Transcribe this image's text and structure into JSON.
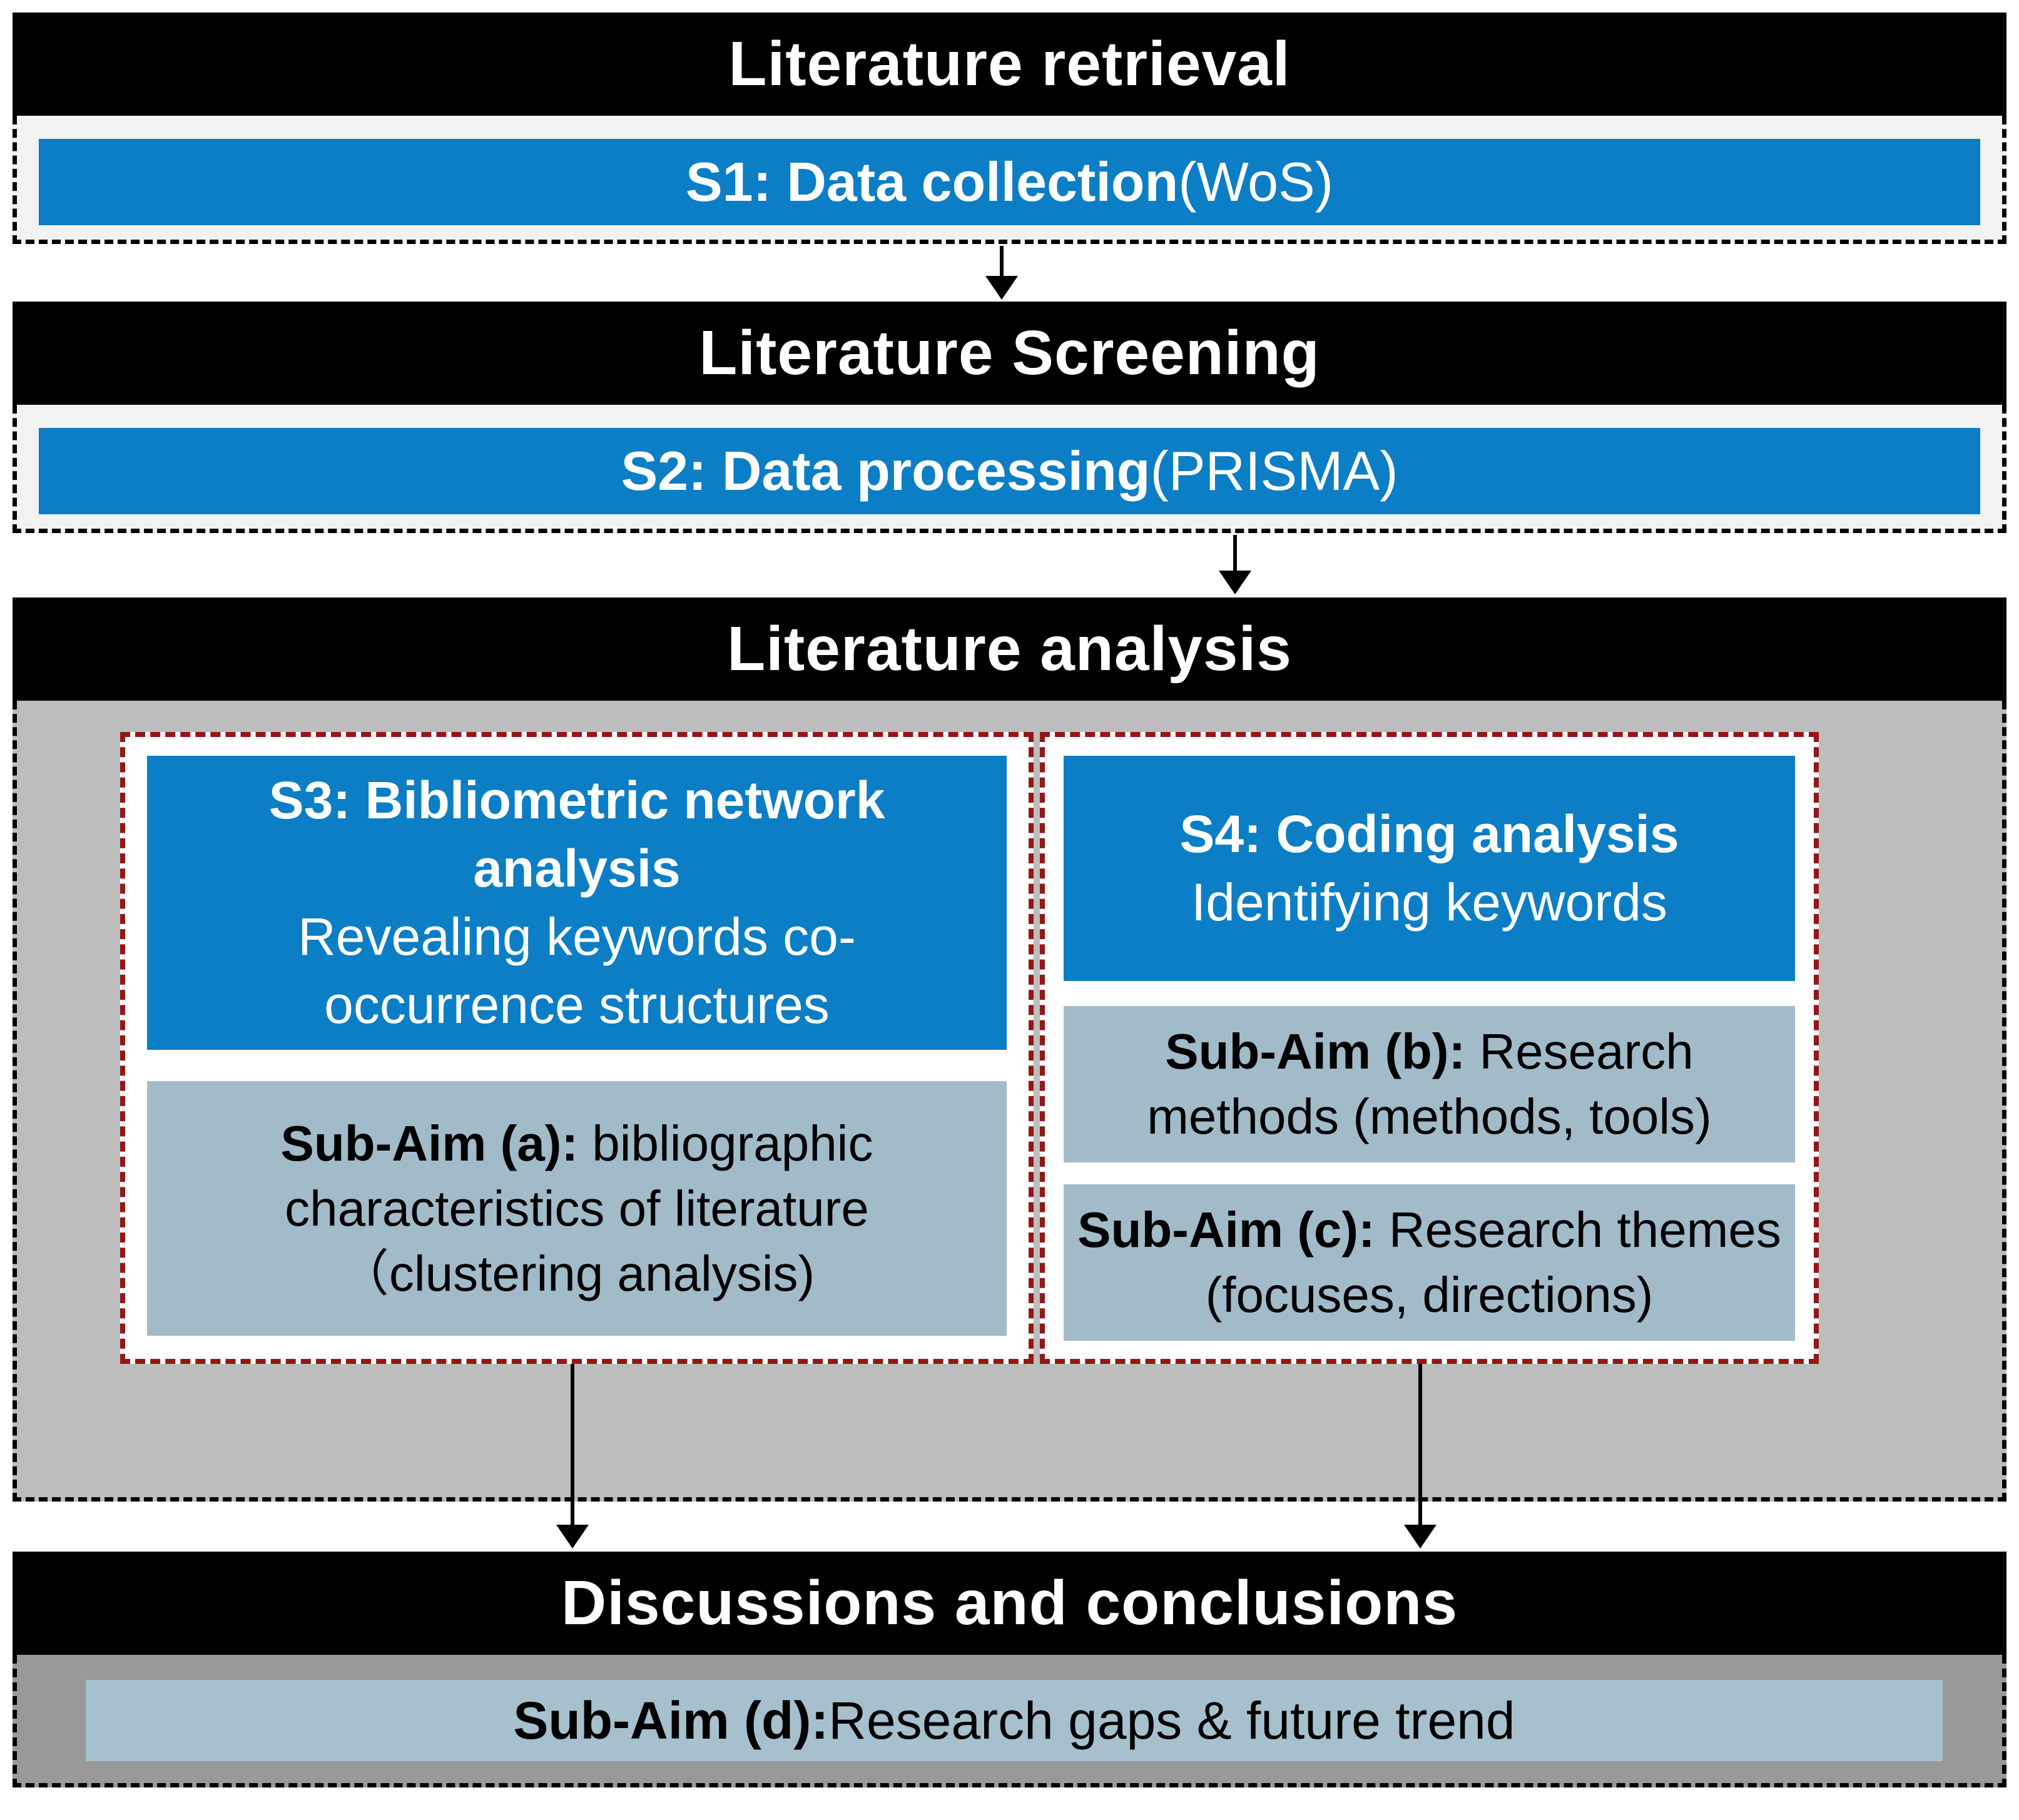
{
  "colors": {
    "step_blue": "#0b7ec5",
    "subaim_slate": "#a1bbc9",
    "analysis_gray": "#bdbdbd",
    "discussion_gray": "#999999",
    "red_dash": "#941616",
    "header_black": "#000000"
  },
  "sections": {
    "retrieval": {
      "title": "Literature retrieval",
      "step_bold": "S1: Data collection",
      "step_rest": " (WoS)"
    },
    "screening": {
      "title": "Literature Screening",
      "step_bold": "S2: Data processing",
      "step_rest": " (PRISMA)"
    },
    "analysis": {
      "title": "Literature analysis",
      "left": {
        "head_bold": "S3: Bibliometric network analysis",
        "head_rest": "Revealing keywords co-occurrence structures",
        "subaim_bold": "Sub-Aim (a):",
        "subaim_rest": " bibliographic characteristics of literature （clustering analysis)"
      },
      "right": {
        "head_bold": "S4: Coding analysis",
        "head_rest": "Identifying keywords",
        "subaims": [
          {
            "bold": "Sub-Aim (b):",
            "rest": " Research methods (methods, tools)"
          },
          {
            "bold": "Sub-Aim (c):",
            "rest": " Research themes (focuses, directions)"
          }
        ]
      }
    },
    "discussion": {
      "title": "Discussions and conclusions",
      "subaim_bold": "Sub-Aim (d):",
      "subaim_rest": " Research gaps & future trend"
    }
  }
}
